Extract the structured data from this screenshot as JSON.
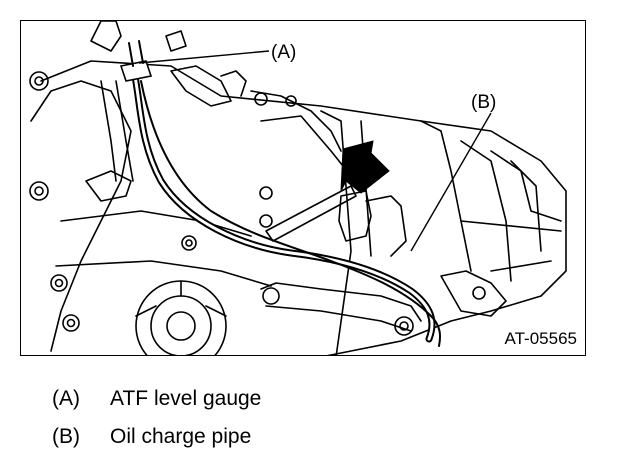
{
  "figure": {
    "callout_a": "(A)",
    "callout_b": "(B)",
    "figure_code": "AT-05565"
  },
  "legend": [
    {
      "key": "(A)",
      "text": "ATF level gauge"
    },
    {
      "key": "(B)",
      "text": "Oil charge pipe"
    }
  ]
}
